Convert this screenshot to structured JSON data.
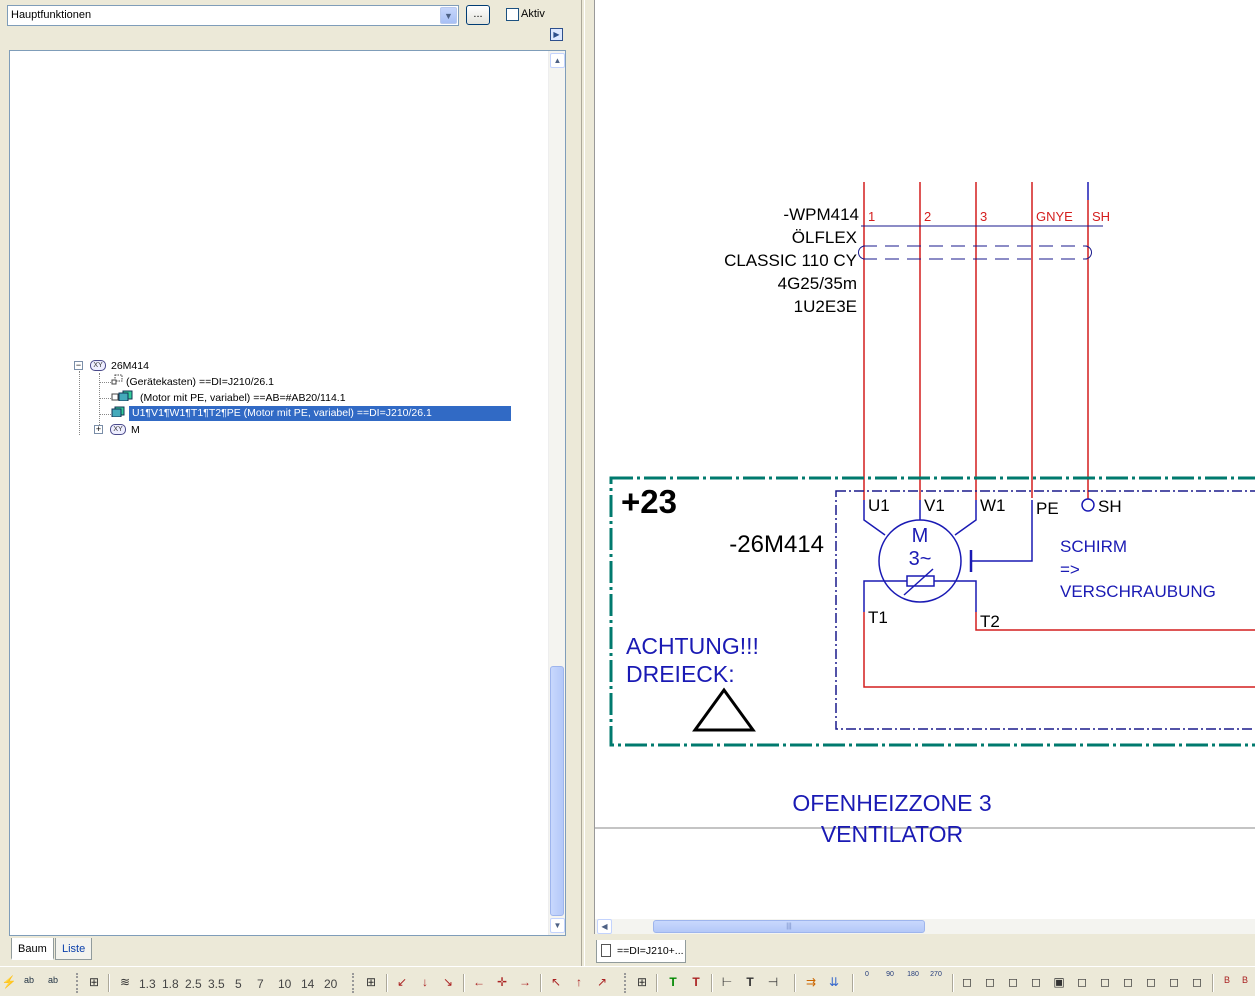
{
  "left_panel": {
    "function_select": "Hauptfunktionen",
    "more_button": "...",
    "aktiv_label": "Aktiv",
    "tree": [
      {
        "label": "26M414",
        "icon": "xy-icon",
        "toggle": "−"
      },
      {
        "label": "(Gerätekasten) ==DI=J210/26.1",
        "icon": "box-outline-icon"
      },
      {
        "label": "(Motor mit PE, variabel) ==AB=#AB20/114.1",
        "icon": "motor-object-icon"
      },
      {
        "label": "U1¶V1¶W1¶T1¶T2¶PE (Motor mit PE, variabel) ==DI=J210/26.1",
        "icon": "motor-object-icon",
        "selected": true
      },
      {
        "label": "M",
        "icon": "xy-icon",
        "toggle": "+"
      }
    ],
    "xy_icon_text": "XY",
    "tabs": {
      "baum": "Baum",
      "liste": "Liste"
    }
  },
  "drawing": {
    "cable": {
      "tag": "-WPM414",
      "type_line1": "ÖLFLEX",
      "type_line2": "CLASSIC 110 CY",
      "size": "4G25/35m",
      "pos": "1U2E3E",
      "cores": [
        "1",
        "2",
        "3",
        "GNYE",
        "SH"
      ]
    },
    "location": "+23",
    "motor_tag": "-26M414",
    "terminals": {
      "u1": "U1",
      "v1": "V1",
      "w1": "W1",
      "pe": "PE",
      "sh": "SH",
      "t1": "T1",
      "t2": "T2"
    },
    "motor_symbol": {
      "line1": "M",
      "line2": "3~"
    },
    "schirm_note": [
      "SCHIRM",
      "=>",
      "VERSCHRAUBUNG"
    ],
    "warning": [
      "ACHTUNG!!!",
      "DREIECK:"
    ],
    "page_title": [
      "OFENHEIZZONE 3",
      "VENTILATOR"
    ],
    "colors": {
      "wire": "#d41e1e",
      "text_blue": "#1a1ab4",
      "location_frame": "#007a6e",
      "box_frame": "#1a1a8c"
    }
  },
  "doc_tab": "==DI=J210+...",
  "toolbar": {
    "stroke_widths": [
      "1.3",
      "1.8",
      "2.5",
      "3.5",
      "5",
      "7",
      "10",
      "14",
      "20"
    ],
    "rotations": [
      "0",
      "90",
      "180",
      "270"
    ]
  }
}
